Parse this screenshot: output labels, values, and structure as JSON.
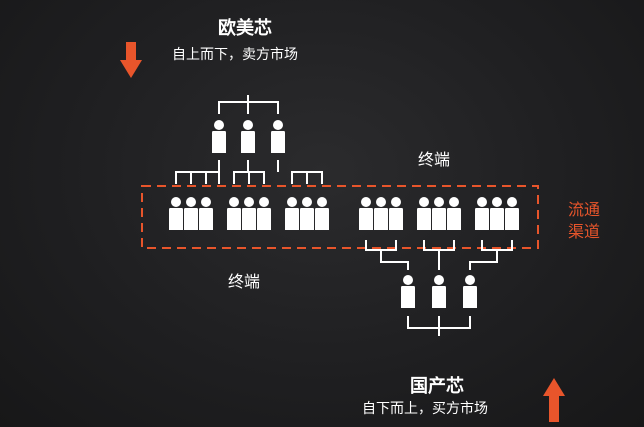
{
  "top": {
    "title": "欧美芯",
    "subtitle": "自上而下，卖方市场",
    "arrow": "down-arrow-icon",
    "arrow_color": "#e8552b"
  },
  "left_label": "终端",
  "right_label": "终端",
  "channel_label_line1": "流通",
  "channel_label_line2": "渠道",
  "bottom": {
    "title": "国产芯",
    "subtitle": "自下而上，买方市场",
    "arrow": "up-arrow-icon",
    "arrow_color": "#e8552b"
  },
  "colors": {
    "accent": "#e8552b",
    "figure": "#ffffff",
    "background": "#1f1f21"
  }
}
